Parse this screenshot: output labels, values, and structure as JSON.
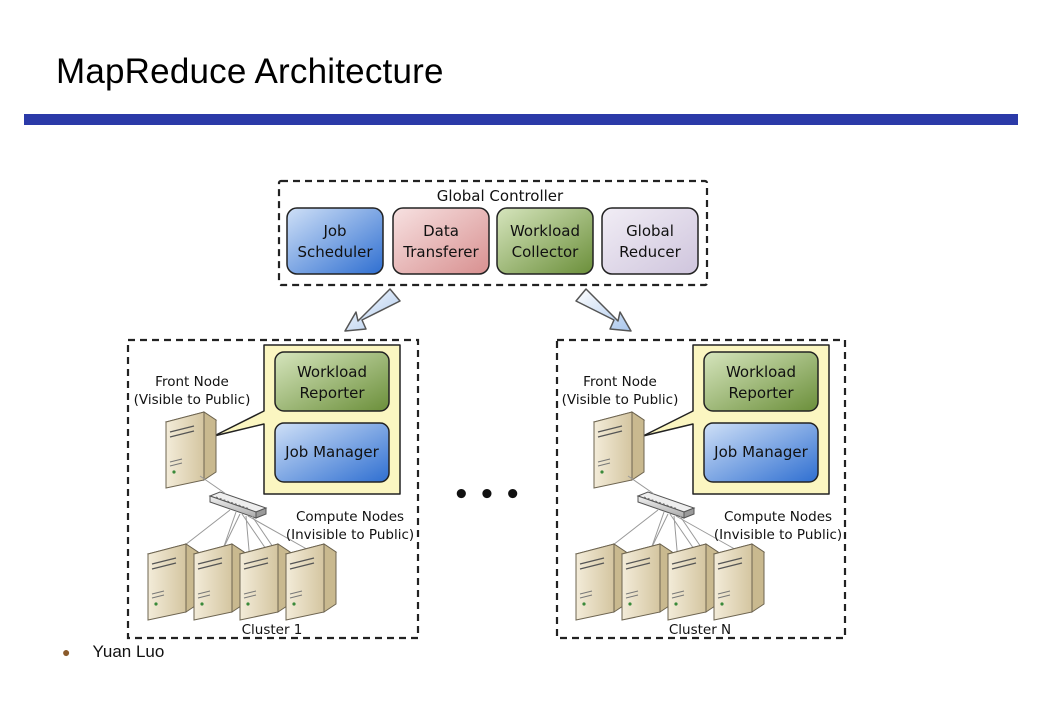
{
  "slide": {
    "title": "MapReduce Architecture",
    "footer": "Yuan Luo"
  },
  "colors": {
    "accent_rule": "#2b3aa8"
  },
  "global_controller": {
    "label": "Global Controller",
    "modules": [
      {
        "line1": "Job",
        "line2": "Scheduler",
        "color": "blue"
      },
      {
        "line1": "Data",
        "line2": "Transferer",
        "color": "red"
      },
      {
        "line1": "Workload",
        "line2": "Collector",
        "color": "green"
      },
      {
        "line1": "Global",
        "line2": "Reducer",
        "color": "lavender"
      }
    ]
  },
  "clusters": [
    {
      "front_node_line1": "Front Node",
      "front_node_line2": "(Visible to Public)",
      "workload_reporter_line1": "Workload",
      "workload_reporter_line2": "Reporter",
      "job_manager": "Job Manager",
      "compute_nodes_line1": "Compute Nodes",
      "compute_nodes_line2": "(Invisible to Public)",
      "label": "Cluster 1"
    },
    {
      "front_node_line1": "Front Node",
      "front_node_line2": "(Visible to Public)",
      "workload_reporter_line1": "Workload",
      "workload_reporter_line2": "Reporter",
      "job_manager": "Job Manager",
      "compute_nodes_line1": "Compute Nodes",
      "compute_nodes_line2": "(Invisible to Public)",
      "label": "Cluster N"
    }
  ],
  "ellipsis": "• • •"
}
